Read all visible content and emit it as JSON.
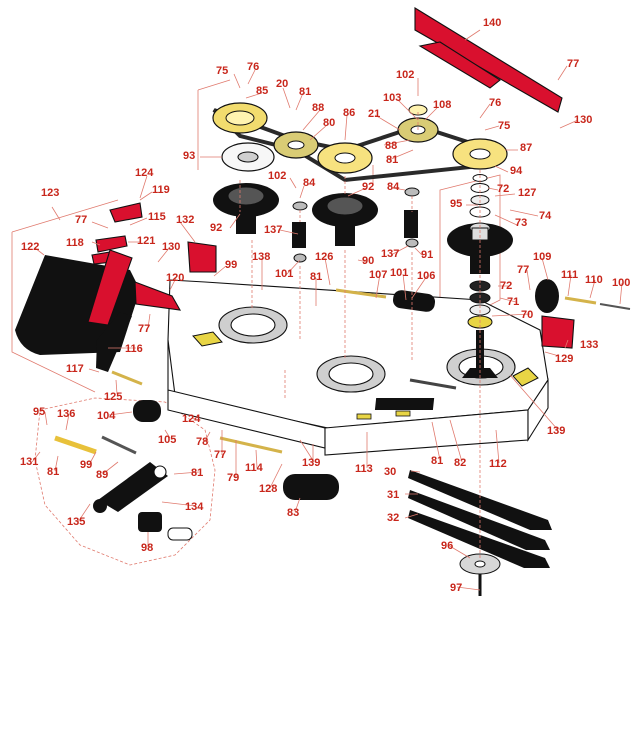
{
  "diagram": {
    "callouts": [
      "140",
      "77",
      "102",
      "103",
      "108",
      "76",
      "75",
      "130",
      "75",
      "76",
      "85",
      "20",
      "81",
      "88",
      "80",
      "86",
      "21",
      "88",
      "81",
      "87",
      "94",
      "93",
      "102",
      "84",
      "92",
      "84",
      "72",
      "127",
      "95",
      "74",
      "73",
      "124",
      "119",
      "77",
      "115",
      "132",
      "121",
      "130",
      "118",
      "123",
      "122",
      "92",
      "137",
      "126",
      "90",
      "137",
      "91",
      "99",
      "138",
      "101",
      "81",
      "107",
      "101",
      "106",
      "109",
      "77",
      "111",
      "110",
      "100",
      "72",
      "71",
      "70",
      "120",
      "77",
      "133",
      "116",
      "129",
      "117",
      "125",
      "95",
      "136",
      "104",
      "124",
      "105",
      "78",
      "77",
      "79",
      "114",
      "139",
      "113",
      "81",
      "82",
      "112",
      "139",
      "131",
      "81",
      "99",
      "89",
      "81",
      "128",
      "83",
      "30",
      "31",
      "32",
      "134",
      "135",
      "98",
      "96",
      "97"
    ]
  }
}
